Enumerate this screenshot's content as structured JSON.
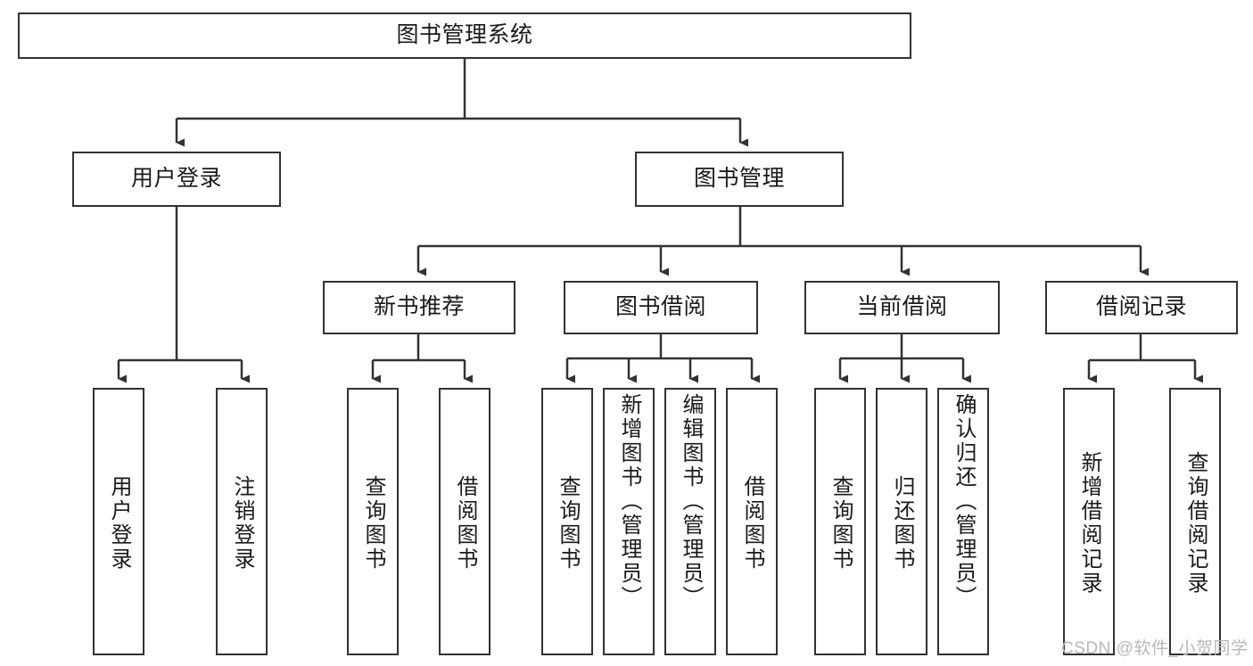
{
  "diagram": {
    "type": "hierarchy-tree",
    "title": "图书管理系统",
    "root": {
      "label": "图书管理系统"
    },
    "level2": [
      {
        "label": "用户登录"
      },
      {
        "label": "图书管理"
      }
    ],
    "level3": [
      {
        "label": "新书推荐"
      },
      {
        "label": "图书借阅"
      },
      {
        "label": "当前借阅"
      },
      {
        "label": "借阅记录"
      }
    ],
    "leaves_user_login": [
      {
        "label": "用户登录"
      },
      {
        "label": "注销登录"
      }
    ],
    "leaves_new_book": [
      {
        "label": "查询图书"
      },
      {
        "label": "借阅图书"
      }
    ],
    "leaves_borrow": [
      {
        "label": "查询图书"
      },
      {
        "label": "新增图书（管理员）"
      },
      {
        "label": "编辑图书（管理员）"
      },
      {
        "label": "借阅图书"
      }
    ],
    "leaves_current": [
      {
        "label": "查询图书"
      },
      {
        "label": "归还图书"
      },
      {
        "label": "确认归还（管理员）"
      }
    ],
    "leaves_record": [
      {
        "label": "新增借阅记录"
      },
      {
        "label": "查询借阅记录"
      }
    ]
  },
  "watermark": {
    "text": "CSDN @软件_小贺同学"
  },
  "colors": {
    "stroke": "#323232",
    "text": "#1a1a1a",
    "background": "#ffffff",
    "watermark": "#b8b8b8"
  }
}
